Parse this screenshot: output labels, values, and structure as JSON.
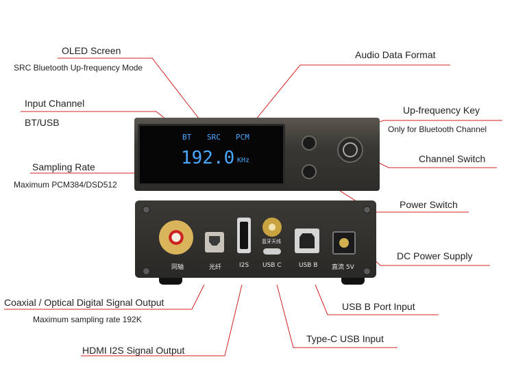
{
  "labels": {
    "oled_screen": "OLED Screen",
    "oled_sub": "SRC Bluetooth Up-frequency Mode",
    "input_channel": "Input Channel",
    "input_sub": "BT/USB",
    "sampling_rate": "Sampling Rate",
    "sampling_sub": "Maximum PCM384/DSD512",
    "audio_format": "Audio Data Format",
    "upfreq_key": "Up-frequency Key",
    "upfreq_sub": "Only for Bluetooth Channel",
    "channel_switch": "Channel Switch",
    "power_switch": "Power Switch",
    "dc_power": "DC Power Supply",
    "coaxial": "Coaxial / Optical Digital Signal Output",
    "coaxial_sub": "Maximum sampling rate 192K",
    "hdmi": "HDMI I2S Signal Output",
    "usb_b": "USB B Port Input",
    "type_c": "Type-C USB Input"
  },
  "display": {
    "input": "BT",
    "mode": "SRC",
    "format": "PCM",
    "rate": "192.0",
    "unit": "KHz"
  },
  "rear_ports": {
    "coax": "同轴",
    "optical": "光纤",
    "i2s": "I2S",
    "usb_c": "USB C",
    "antenna": "蓝牙天线",
    "usb_b": "USB B",
    "dc": "直流 5V"
  },
  "colors": {
    "callout_line": "#d42020",
    "oled_text": "#4aa8ff"
  }
}
